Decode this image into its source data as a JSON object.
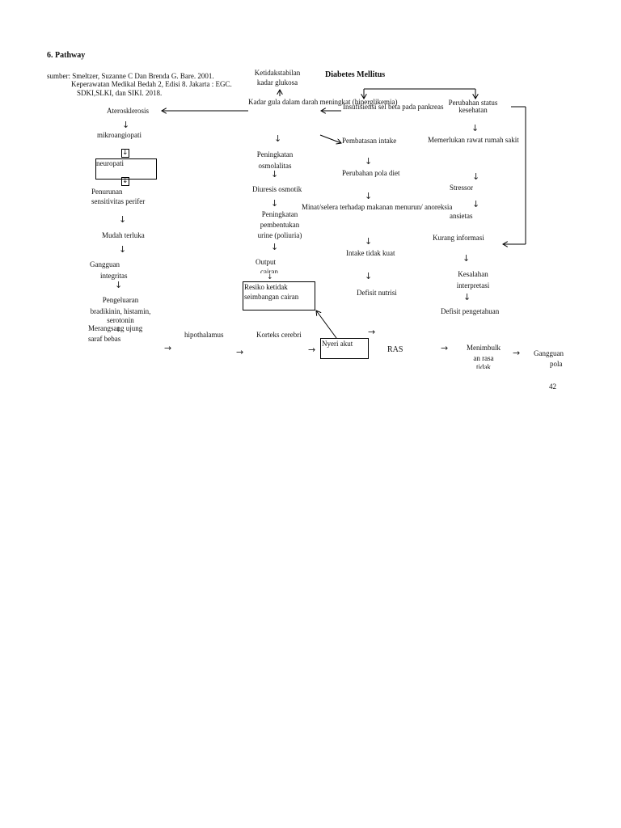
{
  "header": {
    "heading": "6. Pathway",
    "source_line1": "sumber: Smeltzer, Suzanne C Dan Brenda G. Bare. 2001.",
    "source_line2": "Keperawatan Medikal Bedah 2, Edisi 8. Jakarta : EGC.",
    "source_line3": "SDKI,SLKI, dan SIKI. 2018."
  },
  "nodes": {
    "ketidakstabilan_1": "Ketidakstabilan",
    "ketidakstabilan_2": "kadar glukosa",
    "diabetes": "Diabetes Mellitus",
    "kadar_gula": "Kadar gula dalam darah meningkat (hiperglikemia)",
    "insufisiensi": "Insufisiensi sel beta pada pankreas",
    "perubahan_status_1": "Perubahan status",
    "perubahan_status_2": "kesehatan",
    "aterosklerosis": "Aterosklerosis",
    "mikroangiopati": "mikroangiopati",
    "neuropati": "neuropati",
    "penurunan_1": "Penurunan",
    "penurunan_2": "sensitivitas perifer",
    "mudah_terluka": "Mudah terluka",
    "gangguan_integritas_1": "Gangguan",
    "gangguan_integritas_2": "integritas",
    "pengeluaran_1": "Pengeluaran",
    "pengeluaran_2": "bradikinin, histamin,",
    "pengeluaran_3": "serotonin",
    "merangsang_1": "Merangsang ujung",
    "merangsang_2": "saraf bebas",
    "hipothalamus": "hipothalamus",
    "korteks": "Korteks cerebri",
    "nyeri": "Nyeri akut",
    "ras": "RAS",
    "menimbulkan_1": "Menimbulk",
    "menimbulkan_2": "an rasa",
    "menimbulkan_3": "tidak",
    "gangguan_pola_1": "Gangguan",
    "gangguan_pola_2": "pola",
    "peningkatan_osm_1": "Peningkatan",
    "peningkatan_osm_2": "osmolalitas",
    "diuresis": "Diuresis osmotik",
    "peningkatan_urine_1": "Peningkatan",
    "peningkatan_urine_2": "pembentukan",
    "peningkatan_urine_3": "urine (poliuria)",
    "output_1": "Output",
    "output_2": "cairan",
    "resiko_1": "Resiko ketidak",
    "resiko_2": "seimbangan cairan",
    "pembatasan": "Pembatasan intake",
    "perubahan_pola": "Perubahan pola diet",
    "minat": "Minat/selera terhadap makanan menurun/ anoreksia",
    "intake": "Intake tidak kuat",
    "defisit_nutrisi": "Defisit nutrisi",
    "memerlukan": "Memerlukan rawat rumah sakit",
    "stressor": "Stressor",
    "ansietas": "ansietas",
    "kurang_informasi": "Kurang informasi",
    "kesalahan_1": "Kesalahan",
    "kesalahan_2": "interpretasi",
    "defisit_pengetahuan": "Defisit pengetahuan"
  },
  "footer": {
    "page_number": "42"
  }
}
